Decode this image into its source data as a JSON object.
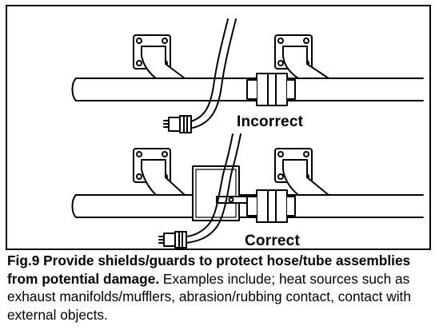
{
  "figure": {
    "label_incorrect": "Incorrect",
    "label_correct": "Correct"
  },
  "caption": {
    "lead": "Fig.9 Provide shields/guards to protect hose/tube assemblies from potential damage.",
    "body": " Examples include; heat sources such as exhaust manifolds/mufflers, abrasion/rubbing contact, contact with external objects."
  }
}
